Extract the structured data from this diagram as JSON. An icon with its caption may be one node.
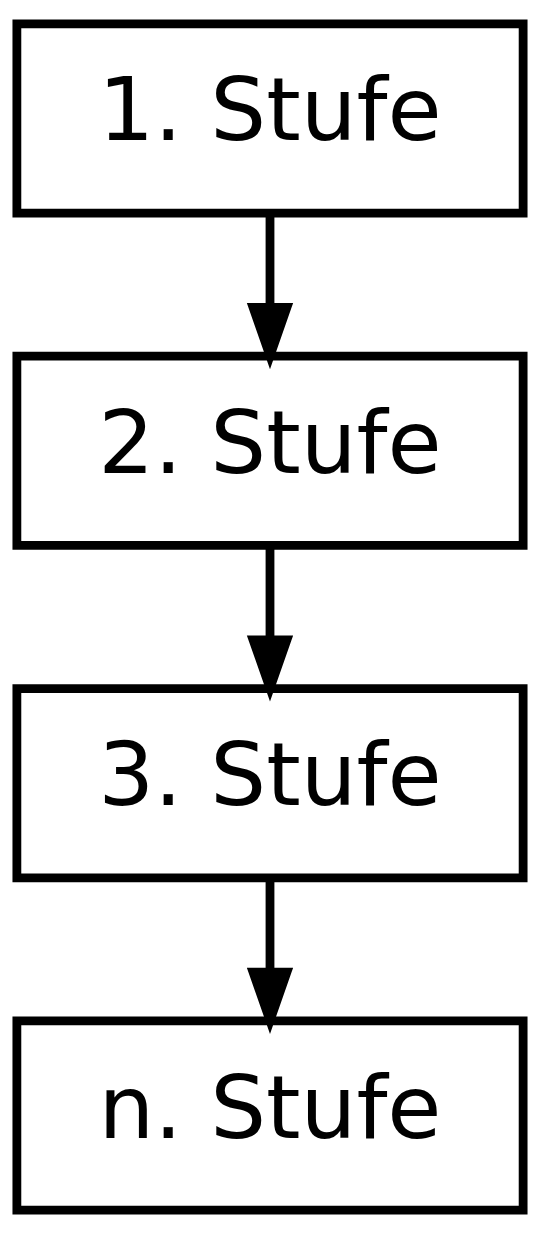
{
  "diagram": {
    "nodes": [
      {
        "text": [
          "1. Stufe"
        ]
      },
      {
        "text": [
          "2. Stufe"
        ]
      },
      {
        "text": [
          "3. Stufe"
        ]
      },
      {
        "text": [
          "n. Stufe"
        ]
      }
    ],
    "edges": [
      {
        "from": 0,
        "to": 1,
        "arrow": "to"
      },
      {
        "from": 1,
        "to": 2,
        "arrow": "to"
      },
      {
        "from": 2,
        "to": 3,
        "arrow": "to"
      }
    ]
  }
}
